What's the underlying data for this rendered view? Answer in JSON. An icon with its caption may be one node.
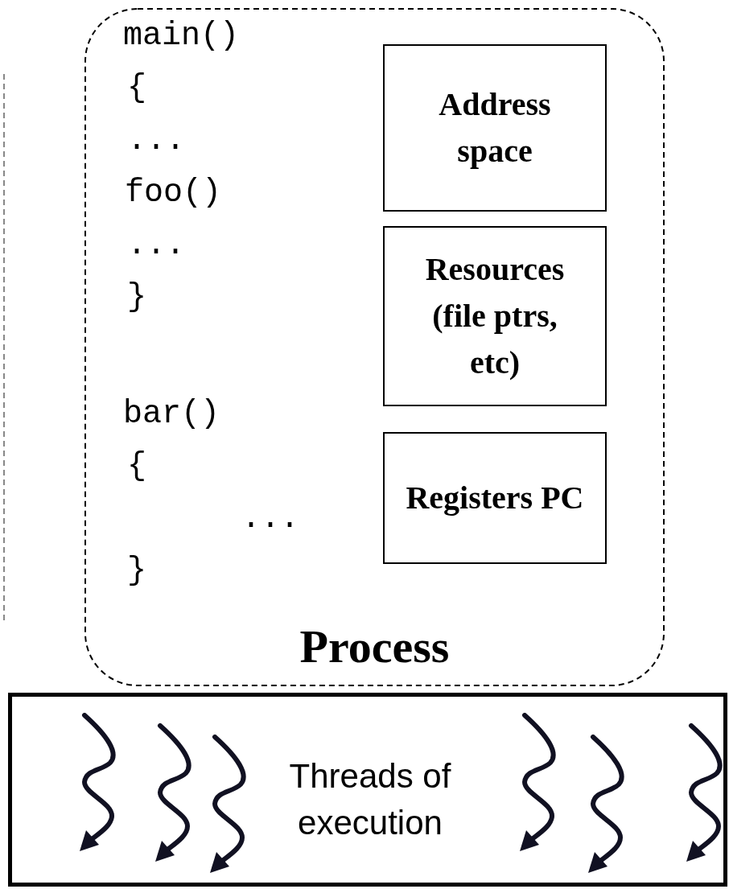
{
  "diagram": {
    "nodes": [
      {
        "text": [
          "Process"
        ]
      },
      {
        "text": [
          "Address space"
        ],
        "in": 0
      },
      {
        "text": [
          "Resources (file ptrs, etc)"
        ],
        "in": 0
      },
      {
        "text": [
          "Registers PC"
        ],
        "in": 0
      },
      {
        "text": [
          "Threads of execution"
        ]
      }
    ],
    "edges": [],
    "labels": [
      "main()",
      "{",
      "...",
      "foo()",
      "...",
      "}",
      "bar()",
      "{",
      "...",
      "}"
    ]
  }
}
